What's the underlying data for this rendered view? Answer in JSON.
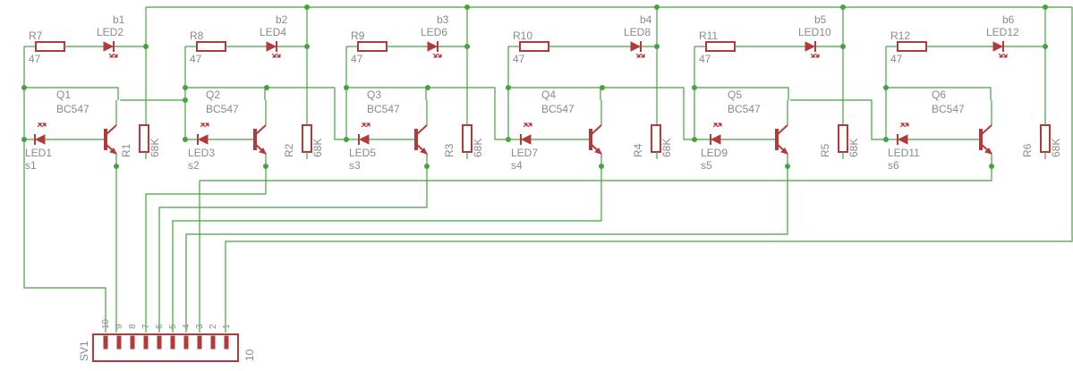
{
  "schematic": {
    "stages": [
      {
        "q": "Q1",
        "qtype": "BC547",
        "rl": "R1",
        "rlv": "68K",
        "rs": "R7",
        "rsv": "47",
        "led_in": "LED1",
        "led_in_lbl": "s1",
        "led_out": "LED2",
        "led_out_lbl": "b1"
      },
      {
        "q": "Q2",
        "qtype": "BC547",
        "rl": "R2",
        "rlv": "68K",
        "rs": "R8",
        "rsv": "47",
        "led_in": "LED3",
        "led_in_lbl": "s2",
        "led_out": "LED4",
        "led_out_lbl": "b2"
      },
      {
        "q": "Q3",
        "qtype": "BC547",
        "rl": "R3",
        "rlv": "68K",
        "rs": "R9",
        "rsv": "47",
        "led_in": "LED5",
        "led_in_lbl": "s3",
        "led_out": "LED6",
        "led_out_lbl": "b3"
      },
      {
        "q": "Q4",
        "qtype": "BC547",
        "rl": "R4",
        "rlv": "68K",
        "rs": "R10",
        "rsv": "47",
        "led_in": "LED7",
        "led_in_lbl": "s4",
        "led_out": "LED8",
        "led_out_lbl": "b4"
      },
      {
        "q": "Q5",
        "qtype": "BC547",
        "rl": "R5",
        "rlv": "68K",
        "rs": "R11",
        "rsv": "47",
        "led_in": "LED9",
        "led_in_lbl": "s5",
        "led_out": "LED10",
        "led_out_lbl": "b5"
      },
      {
        "q": "Q6",
        "qtype": "BC547",
        "rl": "R6",
        "rlv": "68K",
        "rs": "R12",
        "rsv": "47",
        "led_in": "LED11",
        "led_in_lbl": "s6",
        "led_out": "LED12",
        "led_out_lbl": "b6"
      }
    ],
    "connector": {
      "name": "SV1",
      "pin_count_label": "10",
      "pins": [
        "10",
        "9",
        "8",
        "7",
        "6",
        "5",
        "4",
        "3",
        "2",
        "1"
      ]
    },
    "colors": {
      "wire": "#45a23e",
      "symbol": "#b23a3a",
      "label": "#8a8a8a"
    }
  }
}
